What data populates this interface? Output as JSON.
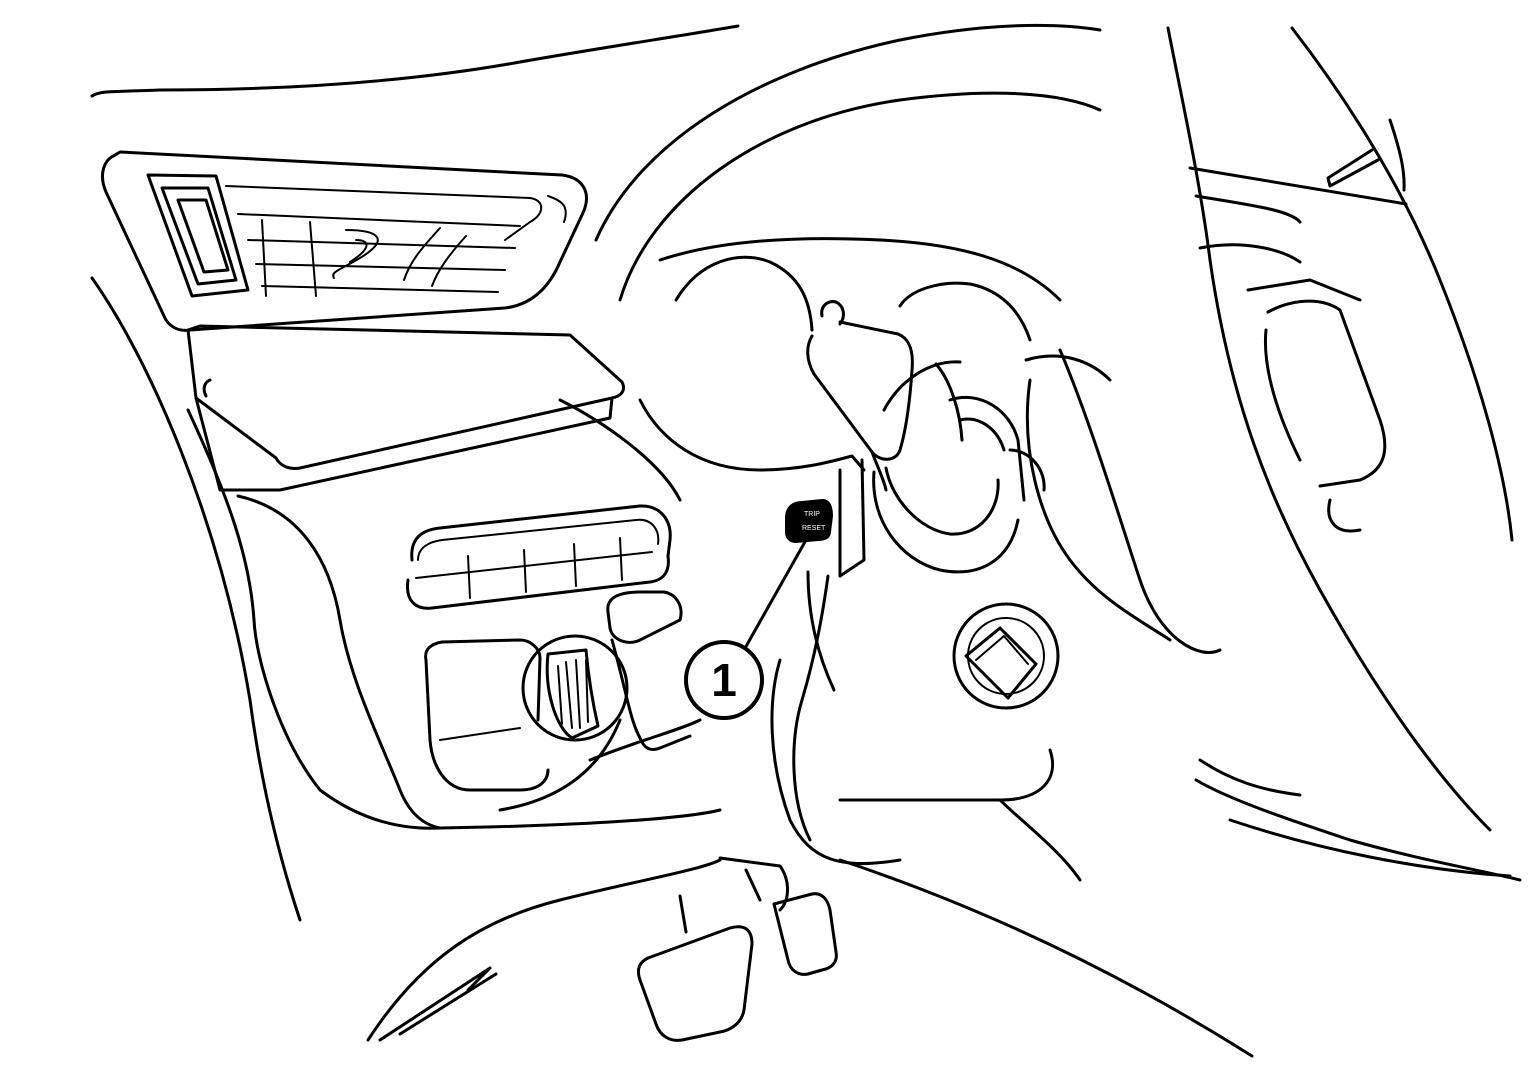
{
  "diagram": {
    "callouts": [
      {
        "number": "1",
        "target": "switch"
      }
    ],
    "switch_labels": [
      "TRIP",
      "RESET"
    ]
  }
}
